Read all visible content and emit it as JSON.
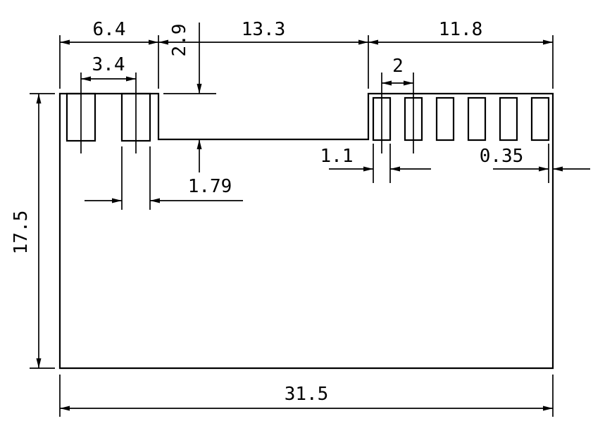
{
  "drawing": {
    "kind": "dimensioned mechanical part drawing",
    "labels": {
      "top_left_width": "6.4",
      "notch_depth": "2.9",
      "notch_width": "13.3",
      "top_right_width": "11.8",
      "left_slot_pitch": "3.4",
      "right_slot_pitch": "2",
      "right_slot_width": "1.1",
      "right_edge_gap": "0.35",
      "left_slot_width": "1.79",
      "total_height": "17.5",
      "total_width": "31.5"
    },
    "colors": {
      "line": "#000000",
      "background": "#ffffff"
    }
  }
}
